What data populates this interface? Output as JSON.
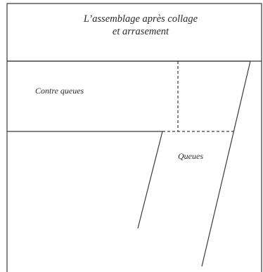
{
  "title": {
    "line1": "L’assemblage après collage",
    "line2": "et arrasement"
  },
  "labels": {
    "contre_queues": "Contre queues",
    "queues": "Queues"
  },
  "colors": {
    "stroke": "#3a3a3a",
    "text": "#2b2b2b",
    "background": "#ffffff"
  }
}
